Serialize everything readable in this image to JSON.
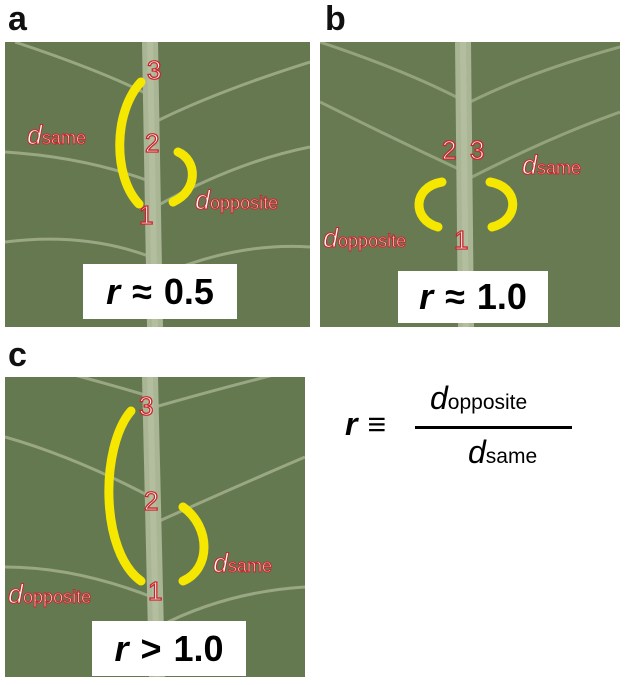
{
  "colors": {
    "leaf": "#6a7d55",
    "leaf_dark": "#566848",
    "vein": "#a6b38f",
    "bracket": "#f5e700",
    "label_fill": "#ffffff",
    "label_stroke": "#c8262c"
  },
  "panels": {
    "a": {
      "letter": "a",
      "points": [
        "1",
        "2",
        "3"
      ],
      "label_same_d": "d",
      "label_same_sub": "same",
      "label_opposite_d": "d",
      "label_opposite_sub": "opposite",
      "ratio_var": "r",
      "ratio_op": "≈",
      "ratio_value": "0.5"
    },
    "b": {
      "letter": "b",
      "points": [
        "1",
        "2",
        "3"
      ],
      "label_same_d": "d",
      "label_same_sub": "same",
      "label_opposite_d": "d",
      "label_opposite_sub": "opposite",
      "ratio_var": "r",
      "ratio_op": "≈",
      "ratio_value": "1.0"
    },
    "c": {
      "letter": "c",
      "points": [
        "1",
        "2",
        "3"
      ],
      "label_same_d": "d",
      "label_same_sub": "same",
      "label_opposite_d": "d",
      "label_opposite_sub": "opposite",
      "ratio_var": "r",
      "ratio_op": ">",
      "ratio_value": "1.0"
    }
  },
  "formula": {
    "lhs_var": "r",
    "lhs_op": "≡",
    "num_d": "d",
    "num_sub": "opposite",
    "den_d": "d",
    "den_sub": "same"
  }
}
